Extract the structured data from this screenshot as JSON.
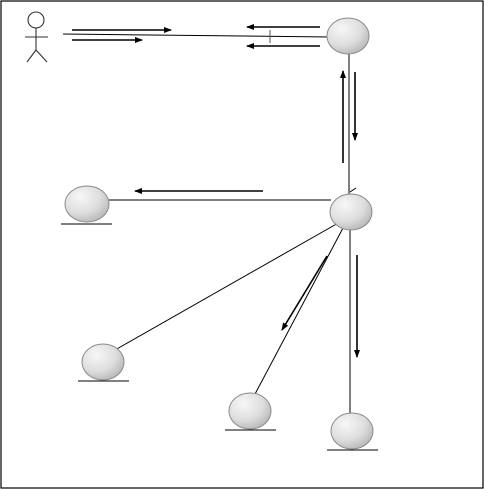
{
  "diagram": {
    "type": "collaboration",
    "actor": {
      "icon": "stick-figure-icon"
    },
    "objects": [
      {
        "id": "obj-top"
      },
      {
        "id": "obj-center"
      },
      {
        "id": "obj-left"
      },
      {
        "id": "obj-lower-left"
      },
      {
        "id": "obj-lower-middle"
      },
      {
        "id": "obj-lower-right"
      }
    ],
    "links": [
      {
        "from": "actor",
        "to": "obj-top"
      },
      {
        "from": "obj-top",
        "to": "obj-center"
      },
      {
        "from": "obj-center",
        "to": "obj-left"
      },
      {
        "from": "obj-center",
        "to": "obj-lower-left"
      },
      {
        "from": "obj-center",
        "to": "obj-lower-middle"
      },
      {
        "from": "obj-center",
        "to": "obj-lower-right"
      }
    ],
    "message_arrows": [
      {
        "link": "actor-obj-top",
        "direction": "to-object"
      },
      {
        "link": "actor-obj-top",
        "direction": "to-object"
      },
      {
        "link": "actor-obj-top",
        "direction": "to-actor"
      },
      {
        "link": "actor-obj-top",
        "direction": "to-actor"
      },
      {
        "link": "obj-top-obj-center",
        "direction": "up"
      },
      {
        "link": "obj-top-obj-center",
        "direction": "down"
      },
      {
        "link": "obj-center-obj-left",
        "direction": "to-left"
      },
      {
        "link": "obj-center-obj-lower-middle",
        "direction": "down-left"
      },
      {
        "link": "obj-center-obj-lower-right",
        "direction": "down"
      }
    ],
    "colors": {
      "object_fill_light": "#f2f2f2",
      "object_fill_dark": "#bdbdbd",
      "object_stroke": "#8a8a8a",
      "line": "#000000"
    }
  }
}
